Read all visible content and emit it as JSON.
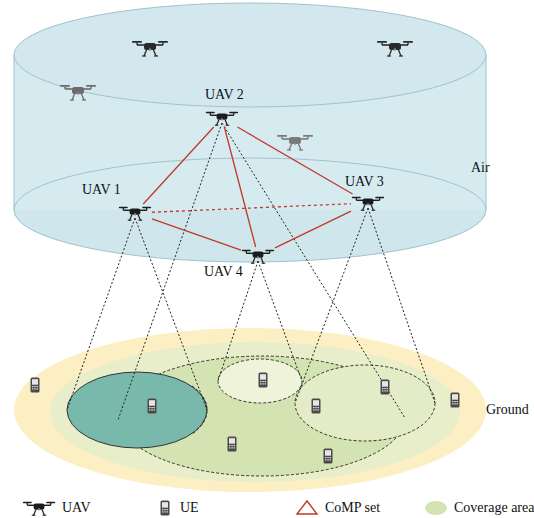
{
  "diagram": {
    "nodes": [
      {
        "text": [
          "UAV 1"
        ]
      },
      {
        "text": [
          "UAV 2"
        ]
      },
      {
        "text": [
          "UAV 3"
        ]
      },
      {
        "text": [
          "UAV 4"
        ]
      }
    ],
    "edges": [
      {
        "from": 0,
        "to": 1,
        "arrow": "none"
      },
      {
        "from": 1,
        "to": 2,
        "arrow": "none"
      },
      {
        "from": 1,
        "to": 3,
        "arrow": "none"
      },
      {
        "from": 0,
        "to": 3,
        "arrow": "none"
      },
      {
        "from": 3,
        "to": 2,
        "arrow": "none"
      },
      {
        "from": 0,
        "to": 2,
        "arrow": "none"
      }
    ],
    "labels": [
      "Air",
      "Ground"
    ],
    "legend": [
      {
        "text": "UAV"
      },
      {
        "text": "UE"
      },
      {
        "text": "CoMP set"
      },
      {
        "text": "Coverage area",
        "color": "#d3e3b2"
      }
    ]
  }
}
